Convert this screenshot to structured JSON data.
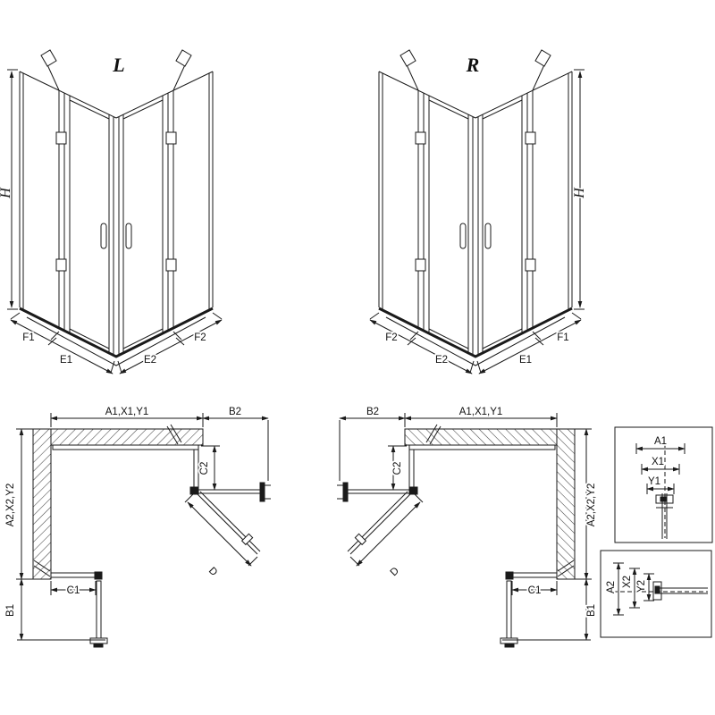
{
  "iso_left": {
    "variant": "L",
    "height": "H",
    "f1": "F1",
    "e1": "E1",
    "e2": "E2",
    "f2": "F2"
  },
  "iso_right": {
    "variant": "R",
    "height": "H",
    "f1": "F1",
    "e1": "E1",
    "e2": "E2",
    "f2": "F2"
  },
  "plan_left": {
    "a1": "A1,X1,Y1",
    "b2": "B2",
    "c2": "C2",
    "a2": "A2,X2,Y2",
    "b1": "B1",
    "c1": "C1",
    "d": "D"
  },
  "plan_right": {
    "a1": "A1,X1,Y1",
    "b2": "B2",
    "c2": "C2",
    "a2": "A2,X2,Y2",
    "b1": "B1",
    "c1": "C1",
    "d": "D"
  },
  "detail_top": {
    "a1": "A1",
    "x1": "X1",
    "y1": "Y1"
  },
  "detail_bottom": {
    "a2": "A2",
    "x2": "X2",
    "y2": "Y2"
  },
  "colors": {
    "line": "#1a1a1a",
    "background": "#ffffff"
  }
}
